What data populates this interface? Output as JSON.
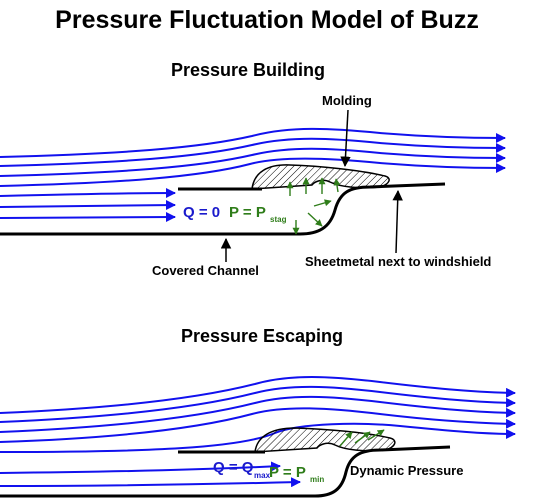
{
  "title": "Pressure Fluctuation Model of Buzz",
  "top_panel": {
    "heading": "Pressure Building",
    "molding_label": "Molding",
    "flow_label": "Q = 0",
    "pressure_label": "P = P",
    "pressure_sub": "stag",
    "channel_label": "Covered Channel",
    "sheetmetal_label": "Sheetmetal next to windshield"
  },
  "bottom_panel": {
    "heading": "Pressure Escaping",
    "flow_label": "Q = Q",
    "flow_sub": "max",
    "pressure_label": "P = P",
    "pressure_sub": "min",
    "dynamic_label": "Dynamic Pressure"
  },
  "colors": {
    "streamline": "#1111ee",
    "pressure_arrow": "#2f7d1a",
    "flow_text": "#1a1acc",
    "pressure_text": "#2f7d1a",
    "structure": "#000000",
    "text": "#000000"
  }
}
